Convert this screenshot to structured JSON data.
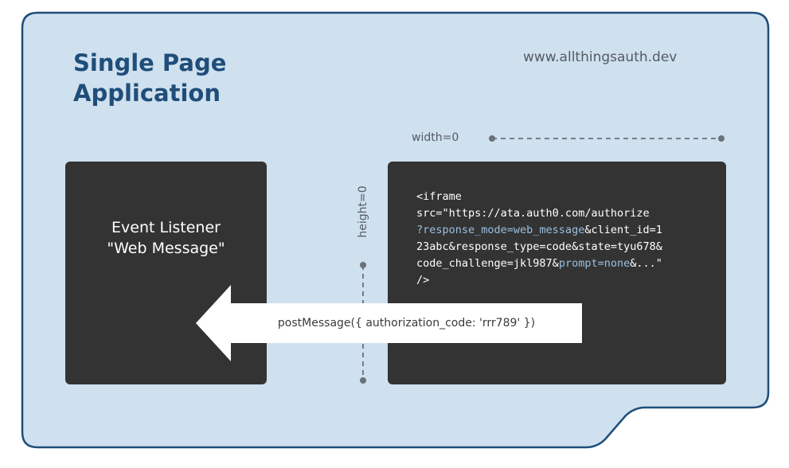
{
  "colors": {
    "panel_fill": "#cfe0ef",
    "panel_border": "#1f4e79",
    "dark_box": "#333333",
    "title": "#1f4e79",
    "code_highlight": "#9bbfe0",
    "arrow_fill": "#ffffff"
  },
  "title": {
    "line1": "Single Page",
    "line2": "Application"
  },
  "site": "www.allthingsauth.dev",
  "dimensions": {
    "width_label": "width=0",
    "height_label": "height=0"
  },
  "listener": {
    "line1": "Event Listener",
    "line2": "\"Web Message\""
  },
  "iframe_code": {
    "line1": "<iframe",
    "line2": "src=\"https://ata.auth0.com/authorize",
    "line3_hl": "?response_mode=web_message",
    "line3_rest": "&client_id=1",
    "line4": "23abc&response_type=code&state=tyu678&",
    "line5_a": "code_challenge=jkl987&",
    "line5_hl": "prompt=none",
    "line5_b": "&...\"",
    "line6": "/>"
  },
  "arrow": {
    "label": "postMessage({ authorization_code: 'rrr789' })"
  },
  "icons": {
    "arrow": "left-arrow-icon",
    "width_dimension": "dashed-dimension-line",
    "height_dimension": "dashed-dimension-line"
  }
}
